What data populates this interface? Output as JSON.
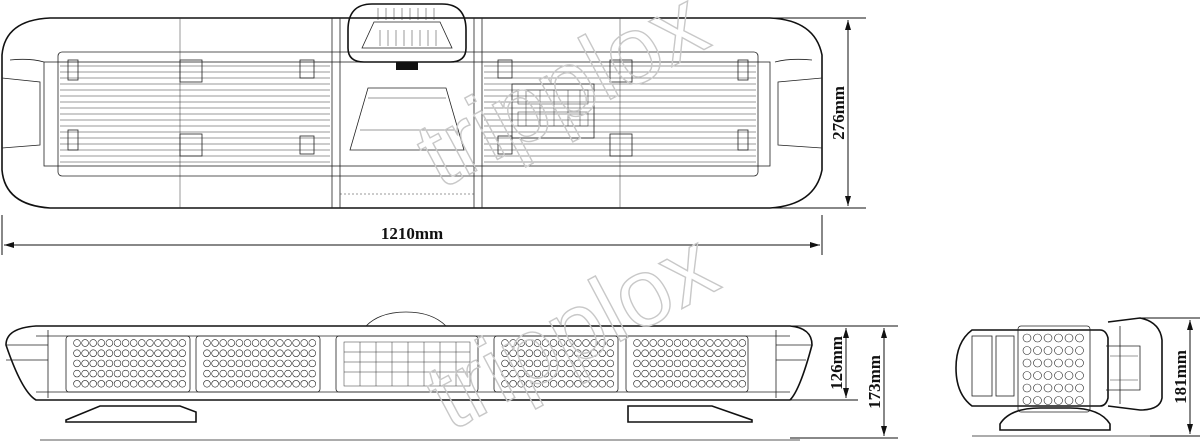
{
  "dimensions": {
    "top_width": "1210mm",
    "top_depth": "276mm",
    "front_lens_height": "126mm",
    "front_total_height": "173mm",
    "side_height": "181mm"
  },
  "watermark": "tripplox"
}
